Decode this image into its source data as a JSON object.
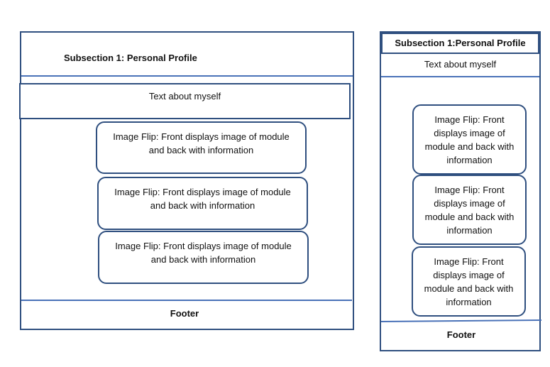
{
  "left_layout": {
    "header_title": "Subsection 1: Personal Profile",
    "text_box": "Text about myself",
    "cards": [
      "Image Flip: Front displays image of module and back with information",
      "Image Flip: Front displays image of module and back with information",
      "Image Flip: Front displays image of module and back with information"
    ],
    "footer": "Footer"
  },
  "right_layout": {
    "header_title": "Subsection 1:Personal Profile",
    "text_box": "Text about myself",
    "cards": [
      "Image Flip: Front displays image of module and back with information",
      "Image Flip: Front displays image of module and back with information",
      "Image Flip: Front displays image of module and back with information"
    ],
    "footer": "Footer"
  },
  "colors": {
    "border": "#2f4f7f",
    "divider": "#4a72b8"
  }
}
